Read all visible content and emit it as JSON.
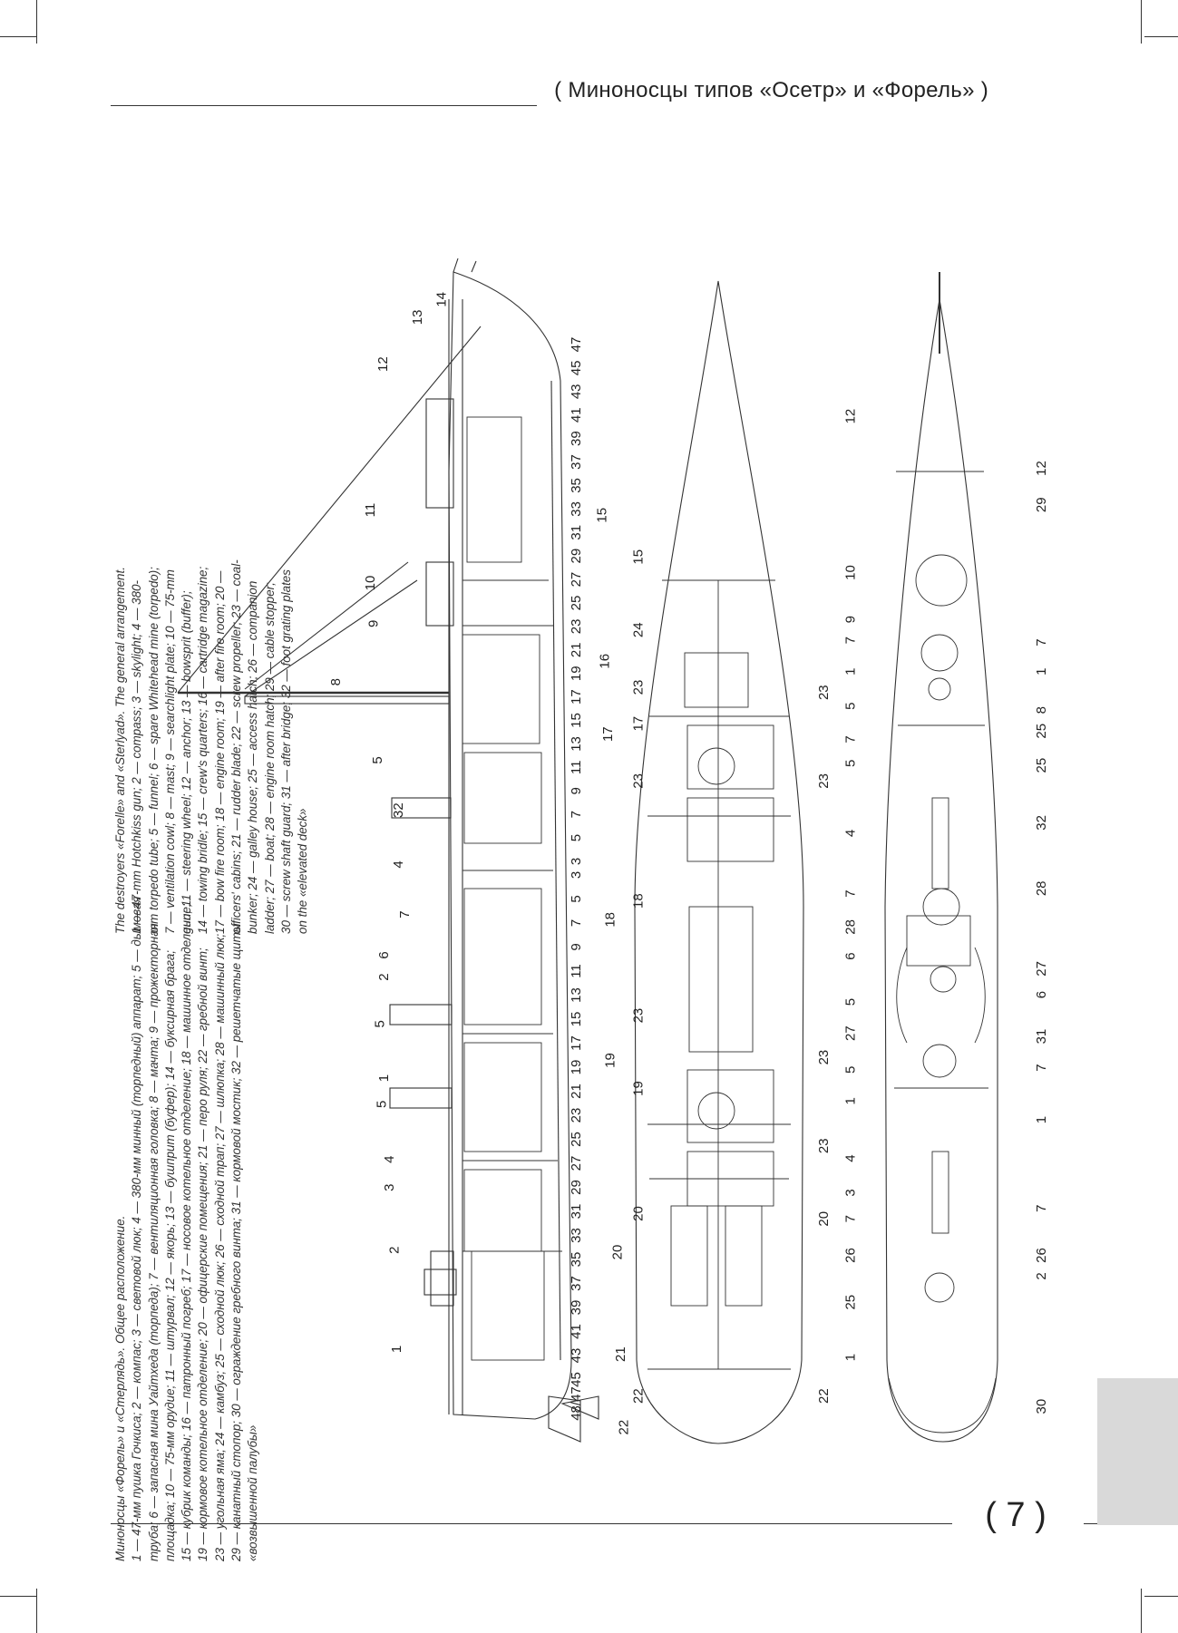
{
  "header": {
    "title": "( Миноносцы типов «Осетр» и «Форель» )"
  },
  "page_number": "( 7 )",
  "caption_ru": {
    "lines": [
      "Миноносцы «Форель» и «Стерлядь». Общее расположение.",
      "1 — 47-мм пушка Гочкиса; 2 — компас; 3 — световой люк; 4 — 380-мм минный (торпедный) аппарат; 5 — дымовая",
      "труба; 6 — запасная мина Уайтхеда (торпеда); 7 — вентиляционная головка; 8 — мачта; 9 — прожекторная",
      "площадка; 10 — 75-мм орудие; 11 — штурвал; 12 — якорь; 13 — бушприт (буфер); 14 — буксирная брага;",
      "15 — кубрик команды; 16 — патронный погреб; 17 — носовое котельное отделение; 18 — машинное отделение;",
      "19 — кормовое котельное отделение; 20 — офицерские помещения; 21 — перо руля; 22 — гребной винт;",
      "23 — угольная яма; 24 — камбуз; 25 — сходной люк; 26 — сходной трап; 27 — шлюпка; 28 — машинный люк;",
      "29 — канатный стопор; 30 — ограждение гребного винта; 31 — кормовой мостик; 32 — решетчатые щиты",
      "«возвышенной палубы»"
    ]
  },
  "caption_en": {
    "lines": [
      "The destroyers «Forelle» and «Sterlyad». The general arrangement.",
      "1 — 47-mm Hotchkiss gun; 2 — compass; 3 — skylight; 4 — 380-",
      "mm torpedo tube; 5 — funnel; 6 — spare Whitehead mine (torpedo);",
      "7 — ventilation cowl; 8 — mast; 9 — searchlight plate; 10 — 75-mm",
      "gun; 11 — steering wheel; 12 — anchor; 13 — bowsprit (buffer);",
      "14 — towing bridle; 15 — crew's quarters; 16 — cartridge magazine;",
      "17 — bow fire room; 18 — engine room; 19 — after fire room; 20 —",
      "officers' cabins; 21 — rudder blade; 22 — screw propeller; 23 — coal-",
      "bunker; 24 — galley house; 25 — access hatch; 26 — companion",
      "ladder; 27 — boat; 28 — engine room hatch; 29 — cable stopper;",
      "30 — screw shaft guard; 31 — after bridge; 32 — foot grating plates",
      "on the «elevated deck»"
    ]
  },
  "side_view": {
    "frame_numbers_aft": [
      "48/47",
      "45",
      "43",
      "41",
      "39",
      "37",
      "35",
      "33",
      "31",
      "29",
      "27",
      "25",
      "23",
      "21",
      "19",
      "17",
      "15",
      "13",
      "11",
      "9",
      "7",
      "5",
      "3"
    ],
    "frame_numbers_fwd": [
      "3",
      "5",
      "7",
      "9",
      "11",
      "13",
      "15",
      "17",
      "19",
      "21",
      "23",
      "25",
      "27",
      "29",
      "31",
      "33",
      "35",
      "37",
      "39",
      "41",
      "43",
      "45",
      "47"
    ],
    "callouts": [
      "1",
      "2",
      "3",
      "4",
      "5",
      "1",
      "5",
      "2",
      "6",
      "7",
      "4",
      "32",
      "5",
      "8",
      "9",
      "10",
      "11",
      "12",
      "13",
      "14",
      "20",
      "21",
      "22",
      "19",
      "18",
      "17",
      "16",
      "15"
    ]
  },
  "deck_plan": {
    "callouts": [
      "15",
      "24",
      "23",
      "17",
      "23",
      "18",
      "23",
      "19",
      "20",
      "22",
      "23",
      "23",
      "23",
      "23",
      "20",
      "22"
    ]
  },
  "top_view": {
    "callouts": [
      "12",
      "10",
      "9",
      "7",
      "1",
      "5",
      "7",
      "5",
      "4",
      "7",
      "28",
      "6",
      "5",
      "27",
      "5",
      "1",
      "4",
      "3",
      "7",
      "26",
      "25",
      "1",
      "12",
      "29",
      "7",
      "1",
      "8",
      "25",
      "25",
      "32",
      "28",
      "27",
      "6",
      "31",
      "7",
      "1",
      "7",
      "26",
      "2",
      "30"
    ]
  },
  "colors": {
    "ink": "#222222",
    "tab": "#d9d9d9"
  }
}
